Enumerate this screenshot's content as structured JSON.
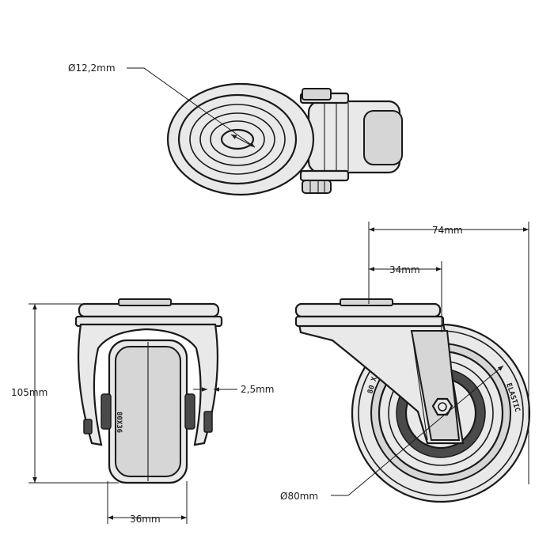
{
  "dimensions": {
    "bore_diameter": "Ø12,2mm",
    "overall_length": "74mm",
    "offset": "34mm",
    "height": "105mm",
    "bracket_thickness": "2,5mm",
    "wheel_width": "36mm",
    "wheel_diameter": "Ø80mm"
  },
  "tyre_marking": {
    "size": "80 X 36",
    "brand": "ELASTIC"
  },
  "colors": {
    "line": "#1a1a1a",
    "fill": "#e9e9e9",
    "tyre": "#4a4a4a"
  }
}
